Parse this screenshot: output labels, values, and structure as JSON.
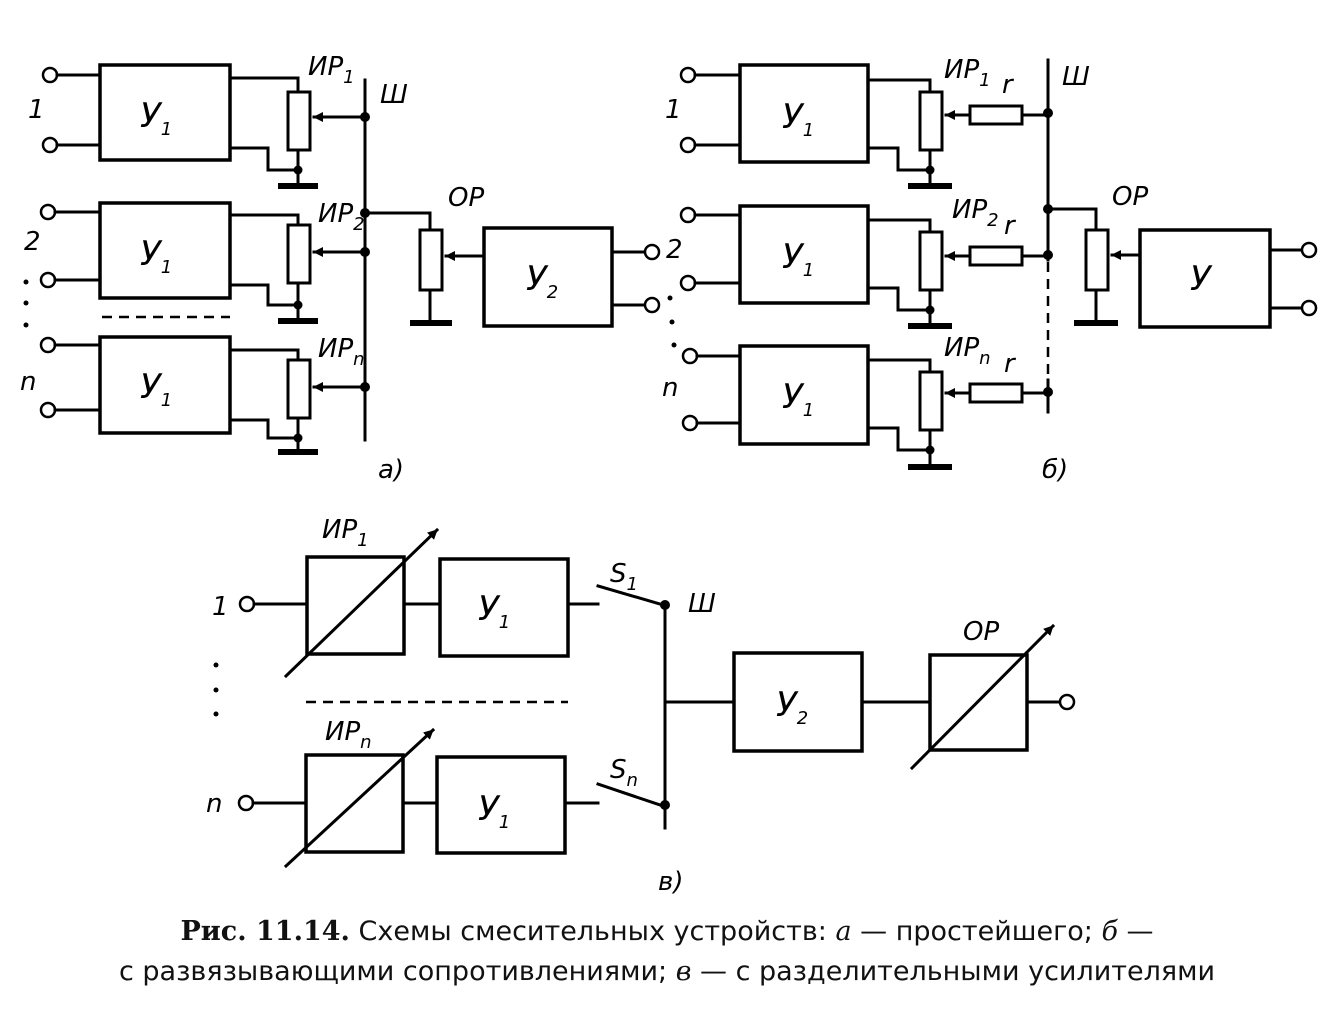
{
  "diagram": {
    "panel_a": {
      "label": "а)",
      "bus": "Ш",
      "inputs": [
        "1",
        "2",
        "n"
      ],
      "amp": "У",
      "amp_sub": "1",
      "pots": [
        {
          "main": "ИР",
          "sub": "1"
        },
        {
          "main": "ИР",
          "sub": "2"
        },
        {
          "main": "ИР",
          "sub": "n"
        }
      ],
      "out_pot": "ОР",
      "out_amp": "У",
      "out_amp_sub": "2"
    },
    "panel_b": {
      "label": "б)",
      "bus": "Ш",
      "inputs": [
        "1",
        "2",
        "n"
      ],
      "amp": "У",
      "amp_sub": "1",
      "pots": [
        {
          "main": "ИР",
          "sub": "1"
        },
        {
          "main": "ИР",
          "sub": "2"
        },
        {
          "main": "ИР",
          "sub": "n"
        }
      ],
      "resistor": "r",
      "out_pot": "ОР",
      "out_amp": "У"
    },
    "panel_c": {
      "label": "в)",
      "bus": "Ш",
      "inputs": [
        "1",
        "n"
      ],
      "regs": [
        {
          "main": "ИР",
          "sub": "1"
        },
        {
          "main": "ИР",
          "sub": "n"
        }
      ],
      "amp": "У",
      "amp_sub": "1",
      "switches": [
        {
          "main": "S",
          "sub": "1"
        },
        {
          "main": "S",
          "sub": "n"
        }
      ],
      "out_amp": "У",
      "out_amp_sub": "2",
      "out_reg": "ОР"
    }
  },
  "caption": {
    "fig": "Рис. 11.14.",
    "text1": " Схемы смесительных устройств: ",
    "a": "а",
    "text2": " — простейшего; ",
    "b": "б",
    "text3": " —",
    "line2_1": "с развязывающими сопротивлениями; ",
    "c": "в",
    "line2_2": " — с разделительными усилителями"
  }
}
